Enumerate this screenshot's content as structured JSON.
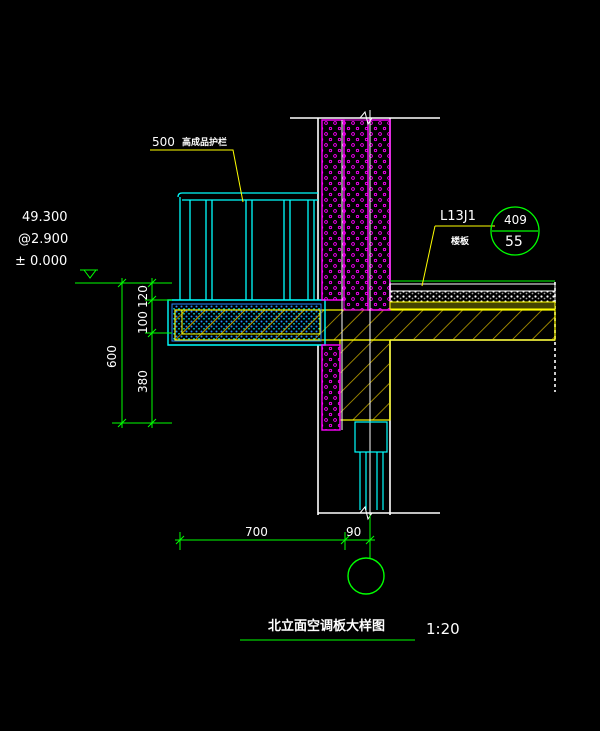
{
  "drawing": {
    "title": "北立面空调板大样图",
    "scale": "1:20"
  },
  "railing": {
    "height": "500",
    "note": "高成品护栏"
  },
  "elevation": {
    "line1": "49.300",
    "line2": "@2.900",
    "line3": "± 0.000"
  },
  "reference": {
    "code": "L13J1",
    "note": "楼板",
    "detail_number": "409",
    "sheet_number": "55"
  },
  "dimensions": {
    "v_120": "120",
    "v_100": "100",
    "v_380": "380",
    "v_600": "600",
    "h_700": "700",
    "h_90": "90"
  },
  "colors": {
    "background": "#000000",
    "wall": "#ffffff",
    "dimension": "#00ff00",
    "insulation": "#ff00ff",
    "slab_fill": "#ffff00",
    "railing": "#00ffff",
    "leader": "#ffff00",
    "finish": "#00ff00"
  }
}
